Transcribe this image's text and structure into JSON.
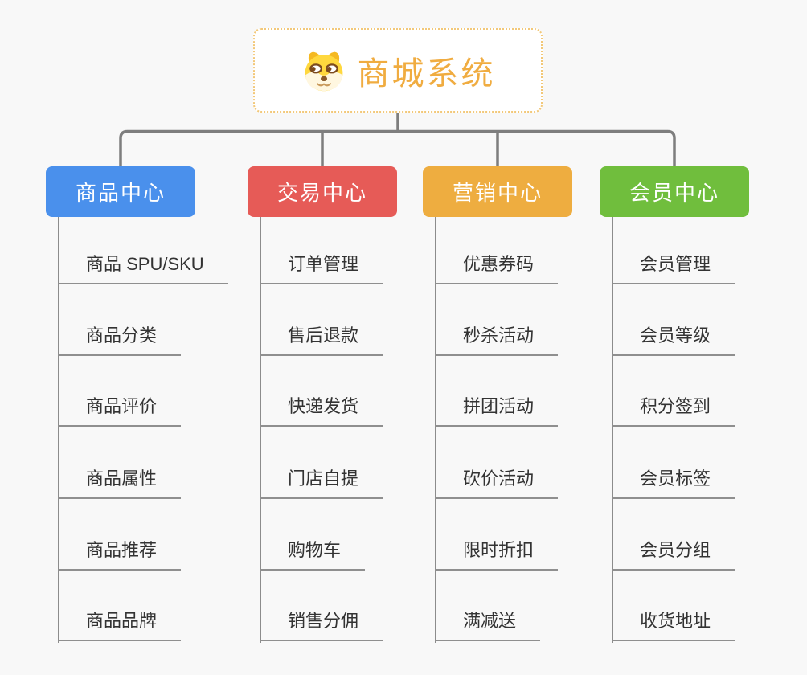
{
  "canvas": {
    "background": "#F8F8F8",
    "connector_color": "#7E7E7E"
  },
  "root": {
    "title": "商城系统",
    "icon": "doge-icon",
    "text_color": "#F0AC40",
    "border_color": "#F2C879",
    "background": "#FFFFFF"
  },
  "branches": [
    {
      "label": "商品中心",
      "color": "#4A90EC",
      "items": [
        "商品 SPU/SKU",
        "商品分类",
        "商品评价",
        "商品属性",
        "商品推荐",
        "商品品牌"
      ]
    },
    {
      "label": "交易中心",
      "color": "#E65B57",
      "items": [
        "订单管理",
        "售后退款",
        "快递发货",
        "门店自提",
        "购物车",
        "销售分佣"
      ]
    },
    {
      "label": "营销中心",
      "color": "#EEAD40",
      "items": [
        "优惠券码",
        "秒杀活动",
        "拼团活动",
        "砍价活动",
        "限时折扣",
        "满减送"
      ]
    },
    {
      "label": "会员中心",
      "color": "#70BE3D",
      "items": [
        "会员管理",
        "会员等级",
        "积分签到",
        "会员标签",
        "会员分组",
        "收货地址"
      ]
    }
  ]
}
